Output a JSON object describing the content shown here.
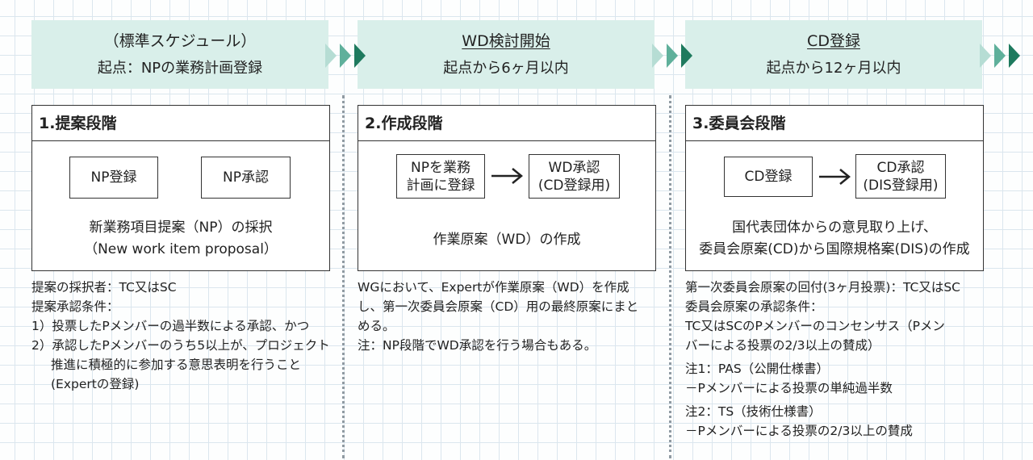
{
  "headers": [
    {
      "title": "（標準スケジュール）",
      "subtitle": "起点：NPの業務計画登録"
    },
    {
      "title": "WD検討開始",
      "subtitle": "起点から6ヶ月以内"
    },
    {
      "title": "CD登録",
      "subtitle": "起点から12ヶ月以内"
    }
  ],
  "stages": [
    {
      "heading": "1.提案段階",
      "box1": "NP登録",
      "box2": "NP承認",
      "caption": [
        "新業務項目提案（NP）の採択",
        "（New work item proposal）"
      ]
    },
    {
      "heading": "2.作成段階",
      "box1": [
        "NPを業務",
        "計画に登録"
      ],
      "box2": [
        "WD承認",
        "(CD登録用)"
      ],
      "caption": [
        "作業原案（WD）の作成"
      ]
    },
    {
      "heading": "3.委員会段階",
      "box1": "CD登録",
      "box2": [
        "CD承認",
        "(DIS登録用)"
      ],
      "caption": [
        "国代表団体からの意見取り上げ、",
        "委員会原案(CD)から国際規格案(DIS)の作成"
      ]
    }
  ],
  "notes": [
    [
      "提案の採択者：TC又はSC",
      "提案承認条件：",
      "1）投票したPメンバーの過半数による承認、かつ",
      "2）承認したPメンバーのうち5以上が、プロジェクト",
      "推進に積極的に参加する意思表明を行うこと",
      "(Expertの登録)"
    ],
    [
      "WGにおいて、Expertが作業原案（WD）を作成",
      "し、第一次委員会原案（CD）用の最終原案にまと",
      "める。",
      "注：NP段階でWD承認を行う場合もある。"
    ],
    [
      "第一次委員会原案の回付(3ヶ月投票)：TC又はSC",
      "委員会原案の承認条件：",
      "TC又はSCのPメンバーのコンセンサス（Pメン",
      "バーによる投票の2/3以上の賛成）",
      "注1：PAS（公開仕様書）",
      "－Pメンバーによる投票の単純過半数",
      "注2：TS（技術仕様書）",
      "－Pメンバーによる投票の2/3以上の賛成"
    ]
  ],
  "colors": {
    "header_bg": "#d9efea",
    "arrow_light": "#b6ddd4",
    "arrow_mid": "#5fb09b",
    "arrow_dark": "#1e7a5e"
  }
}
